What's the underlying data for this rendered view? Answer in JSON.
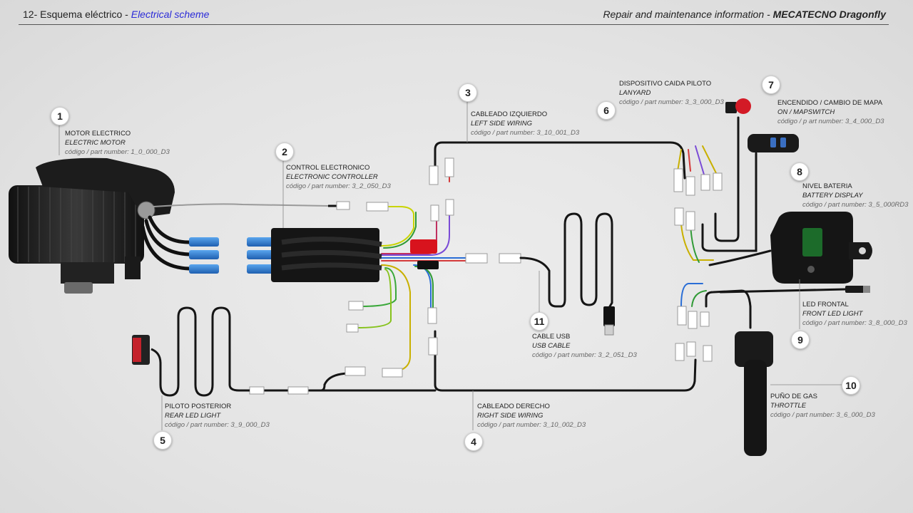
{
  "header": {
    "section_es": "12- Esquema eléctrico - ",
    "section_en": "Electrical scheme",
    "doc_title": "Repair and maintenance information - ",
    "brand": "MECATECNO Dragonfly"
  },
  "components": [
    {
      "num": "1",
      "name_es": "MOTOR ELECTRICO",
      "name_en": "ELECTRIC MOTOR",
      "part": "código / part number: 1_0_000_D3"
    },
    {
      "num": "2",
      "name_es": "CONTROL ELECTRONICO",
      "name_en": "ELECTRONIC CONTROLLER",
      "part": "código / part number: 3_2_050_D3"
    },
    {
      "num": "3",
      "name_es": "CABLEADO IZQUIERDO",
      "name_en": "LEFT SIDE WIRING",
      "part": "código / part number: 3_10_001_D3"
    },
    {
      "num": "4",
      "name_es": "CABLEADO DERECHO",
      "name_en": "RIGHT SIDE WIRING",
      "part": "código / part number: 3_10_002_D3"
    },
    {
      "num": "5",
      "name_es": "PILOTO POSTERIOR",
      "name_en": "REAR LED LIGHT",
      "part": "código / part number: 3_9_000_D3"
    },
    {
      "num": "6",
      "name_es": "DISPOSITIVO CAIDA PILOTO",
      "name_en": "LANYARD",
      "part": "código / part number: 3_3_000_D3"
    },
    {
      "num": "7",
      "name_es": "ENCENDIDO / CAMBIO DE MAPA",
      "name_en": "ON / MAPSWITCH",
      "part": "código / p art number: 3_4_000_D3"
    },
    {
      "num": "8",
      "name_es": "NIVEL BATERIA",
      "name_en": "BATTERY DISPLAY",
      "part": "código / part number: 3_5_000RD3"
    },
    {
      "num": "9",
      "name_es": "LED FRONTAL",
      "name_en": "FRONT LED LIGHT",
      "part": "código / part number: 3_8_000_D3"
    },
    {
      "num": "10",
      "name_es": "PUÑO DE GAS",
      "name_en": "THROTTLE",
      "part": "código / part number: 3_6_000_D3"
    },
    {
      "num": "11",
      "name_es": "CABLE USB",
      "name_en": "USB CABLE",
      "part": "código / part number: 3_2_051_D3"
    }
  ]
}
